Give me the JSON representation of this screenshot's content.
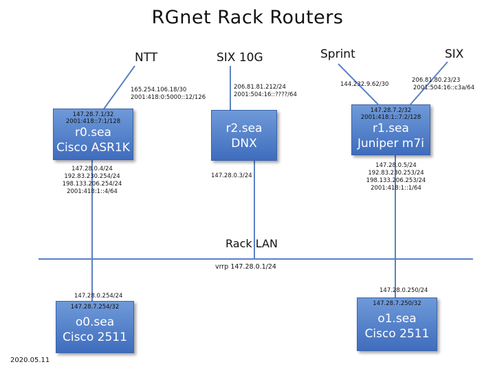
{
  "title": "RGnet Rack Routers",
  "date": "2020.05.11",
  "lan": {
    "label": "Rack LAN",
    "vrrp": "vrrp 147.28.0.1/24"
  },
  "peers": {
    "ntt": "NTT",
    "six10g": "SIX 10G",
    "sprint": "Sprint",
    "six": "SIX"
  },
  "uplinks": {
    "ntt": [
      "165.254.106.18/30",
      "2001:418:0:5000::12/126"
    ],
    "six10g": [
      "206.81.81.212/24",
      "2001:504:16::????/64"
    ],
    "sprint": [
      "144.232.9.62/30"
    ],
    "six": [
      "206.81.80.23/23",
      "2001:504:16::c3a/64"
    ]
  },
  "routers": {
    "r0": {
      "top": [
        "147.28.7.1/32",
        "2001:418::7:1/128"
      ],
      "name": "r0.sea",
      "model": "Cisco ASR1K",
      "lan": [
        "147.28.0.4/24",
        "192.83.230.254/24",
        "198.133.206.254/24",
        "2001:418:1::4/64"
      ]
    },
    "r2": {
      "name": "r2.sea",
      "model": "DNX",
      "lan": [
        "147.28.0.3/24"
      ]
    },
    "r1": {
      "top": [
        "147.28.7.2/32",
        "2001:418:1::7:2/128"
      ],
      "name": "r1.sea",
      "model": "Juniper m7i",
      "lan": [
        "147.28.0.5/24",
        "192.83.230.253/24",
        "198.133.206.253/24",
        "2001:418:1::1/64"
      ]
    },
    "o0": {
      "top": [
        "147.28.7.254/32"
      ],
      "name": "o0.sea",
      "model": "Cisco 2511",
      "lan": [
        "147.28.0.254/24"
      ]
    },
    "o1": {
      "top": [
        "147.28.7.250/32"
      ],
      "name": "o1.sea",
      "model": "Cisco 2511",
      "lan": [
        "147.28.0.250/24"
      ]
    }
  },
  "colors": {
    "line": "#5b7fc4",
    "box_top": "#6f9ad9",
    "box_bottom": "#3f6dbd"
  }
}
